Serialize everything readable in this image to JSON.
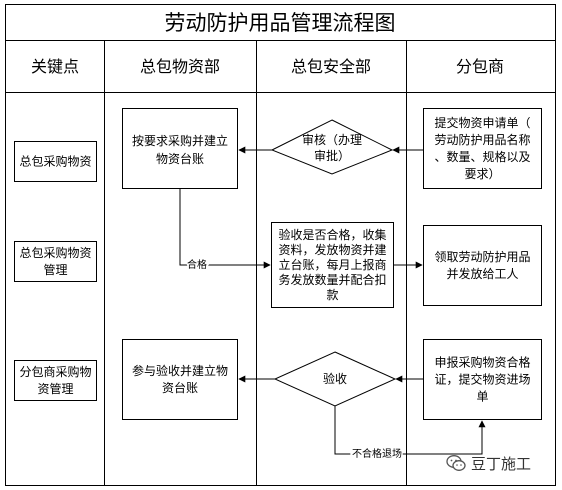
{
  "title": "劳动防护用品管理流程图",
  "columns": {
    "key_points": "关键点",
    "materials_dept": "总包物资部",
    "safety_dept": "总包安全部",
    "subcontractor": "分包商"
  },
  "key_points": [
    "总包采购物资",
    "总包采购物资管理",
    "分包商采购物资管理"
  ],
  "steps": {
    "submit_request": "提交物资申请单（劳动防护用品名称、数量、规格以及要求）",
    "review": "审核（办理审批）",
    "purchase": "按要求采购并建立物资台账",
    "acceptance": "验收是否合格，收集资料，发放物资并建立台账，每月上报商务发放数量并配合扣款",
    "receive_distribute": "领取劳动防护用品并发放给工人",
    "report_certificate": "申报采购物资合格证，提交物资进场单",
    "inspection": "验收",
    "participate": "参与验收并建立物资台账"
  },
  "edge_labels": {
    "qualified": "合格",
    "unqualified_return": "不合格退场"
  },
  "watermark": "豆丁施工",
  "colors": {
    "line": "#000000",
    "box_border": "#000000",
    "background": "#ffffff"
  }
}
